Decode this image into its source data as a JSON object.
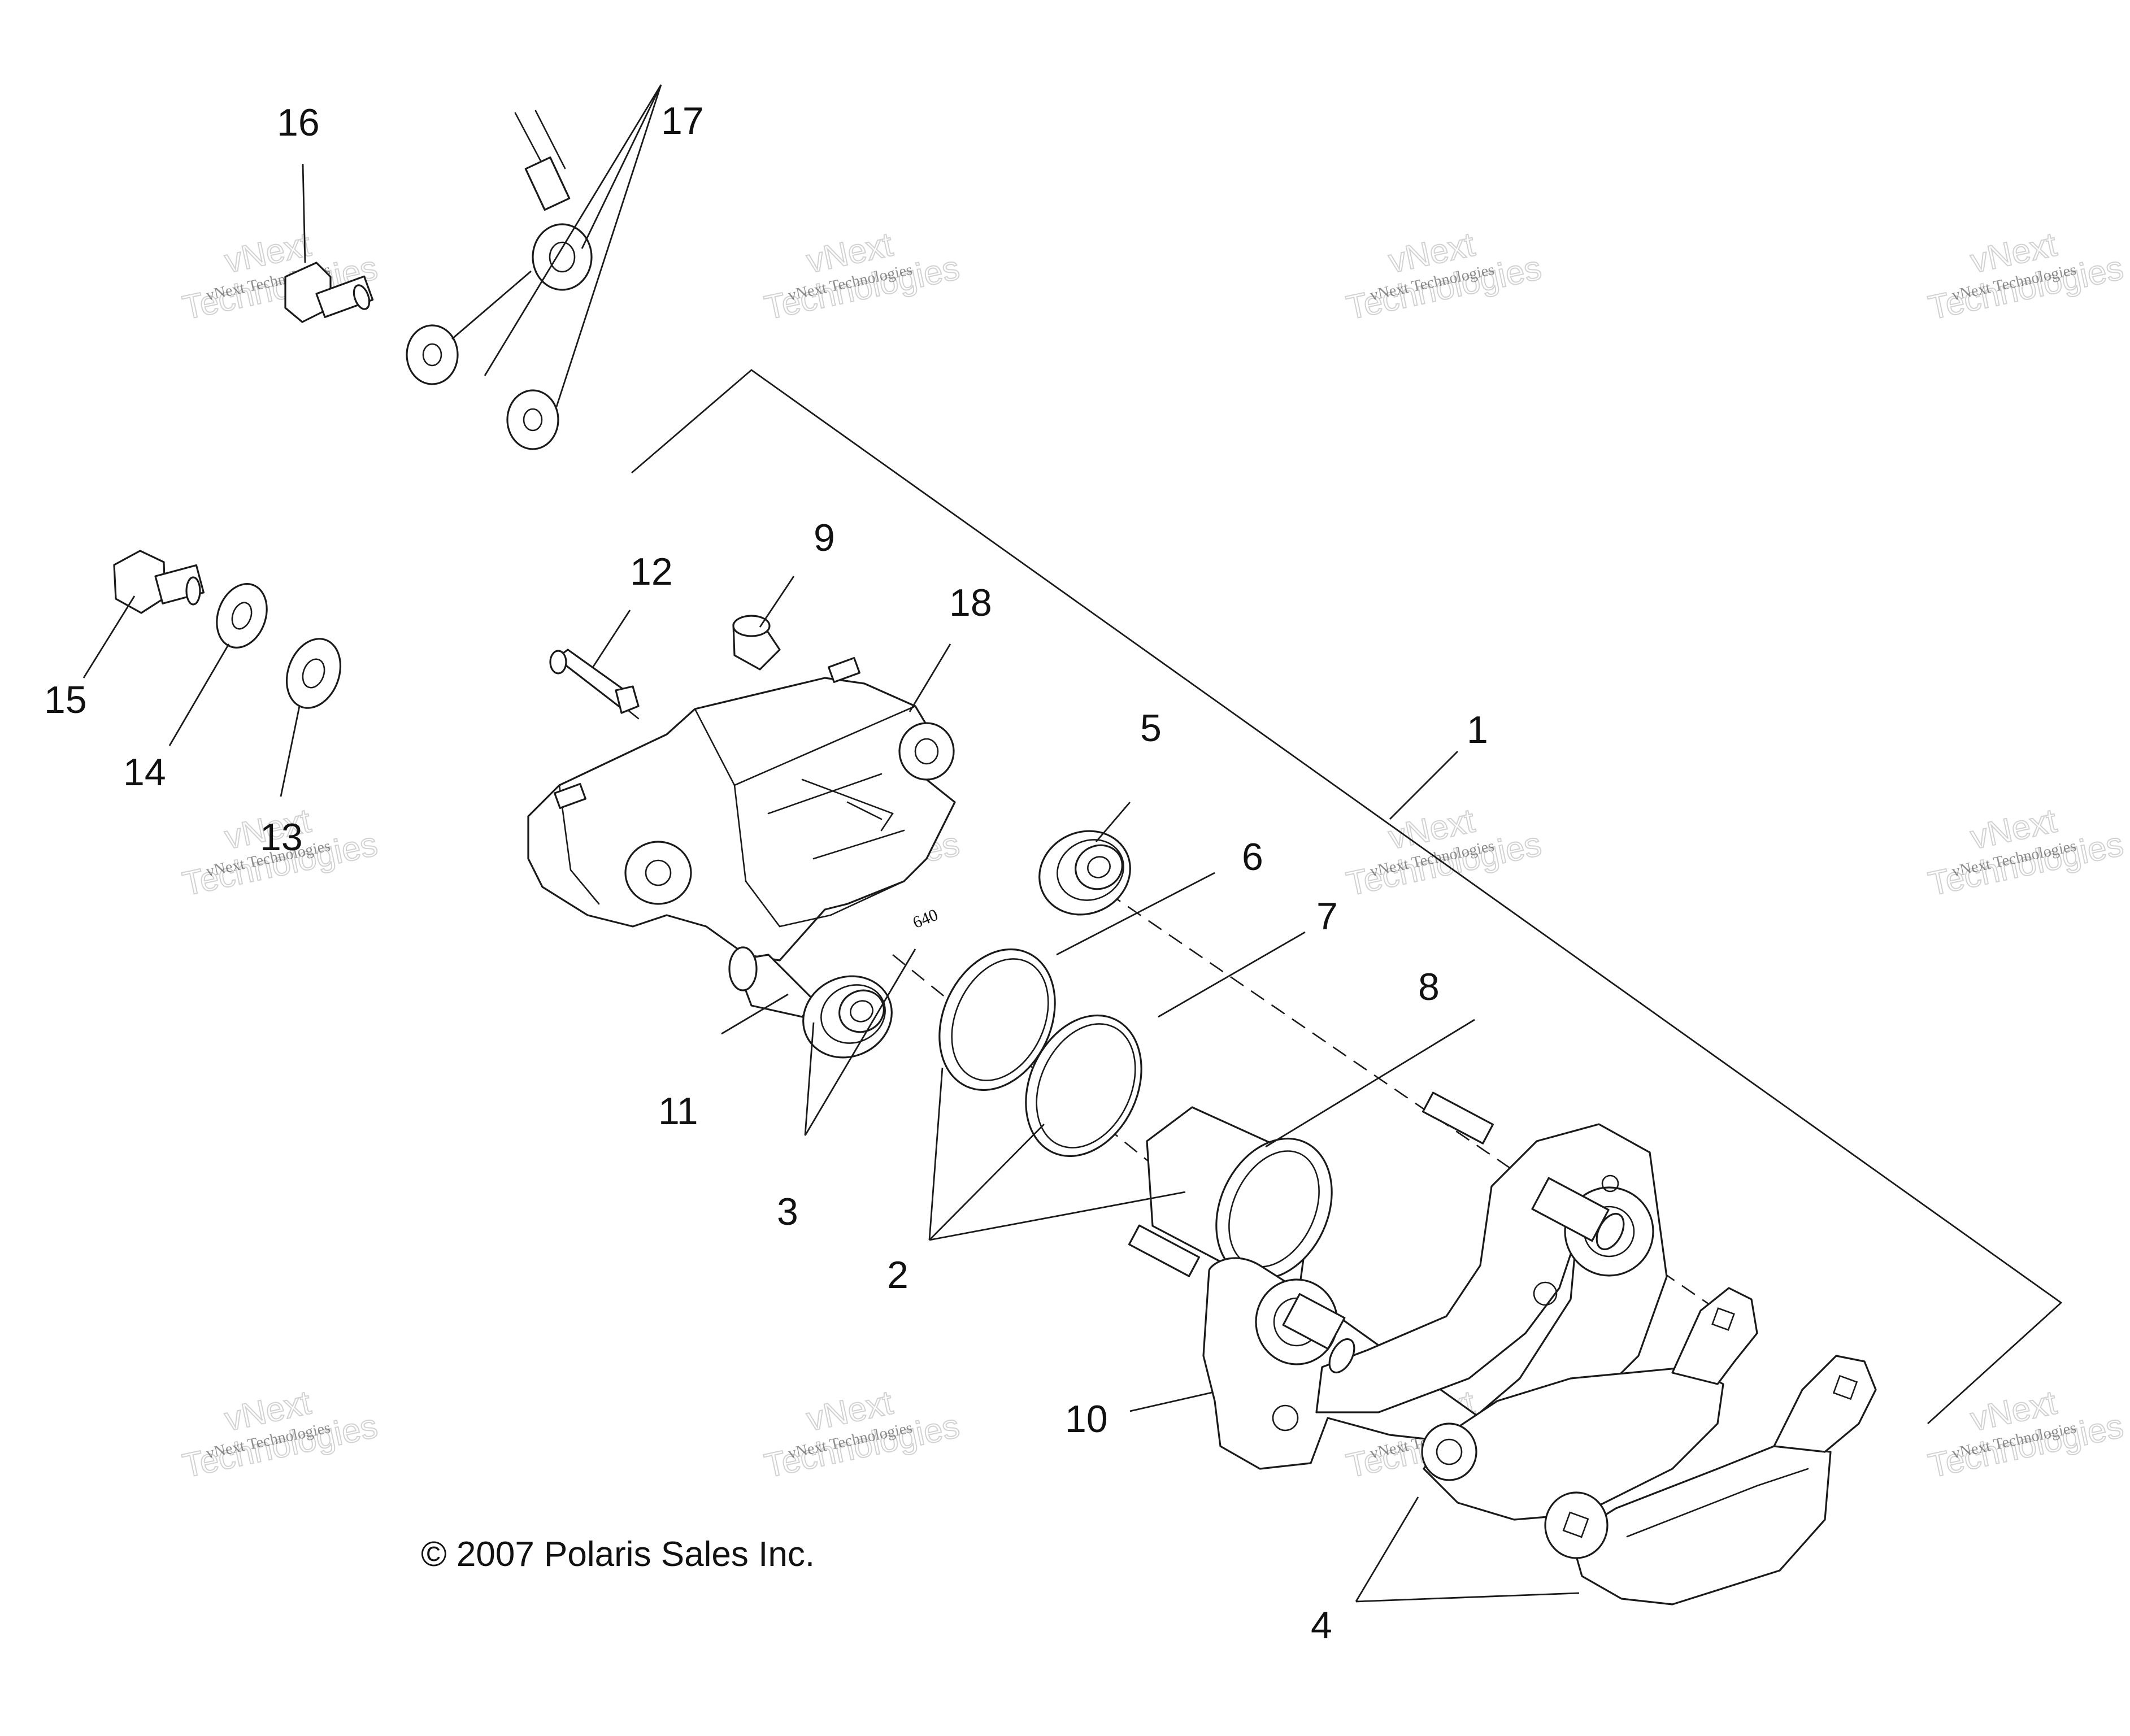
{
  "copyright": "© 2007 Polaris Sales Inc.",
  "stamp_text": "640",
  "watermark": {
    "line1": "vNext Technologies",
    "line2": "vNext",
    "line3": "Technologies"
  },
  "callouts": [
    {
      "id": "1",
      "label": "1"
    },
    {
      "id": "2",
      "label": "2"
    },
    {
      "id": "3",
      "label": "3"
    },
    {
      "id": "4",
      "label": "4"
    },
    {
      "id": "5",
      "label": "5"
    },
    {
      "id": "6",
      "label": "6"
    },
    {
      "id": "7",
      "label": "7"
    },
    {
      "id": "8",
      "label": "8"
    },
    {
      "id": "9",
      "label": "9"
    },
    {
      "id": "10",
      "label": "10"
    },
    {
      "id": "11",
      "label": "11"
    },
    {
      "id": "12",
      "label": "12"
    },
    {
      "id": "13",
      "label": "13"
    },
    {
      "id": "14",
      "label": "14"
    },
    {
      "id": "15",
      "label": "15"
    },
    {
      "id": "16",
      "label": "16"
    },
    {
      "id": "17",
      "label": "17"
    },
    {
      "id": "18",
      "label": "18"
    }
  ]
}
